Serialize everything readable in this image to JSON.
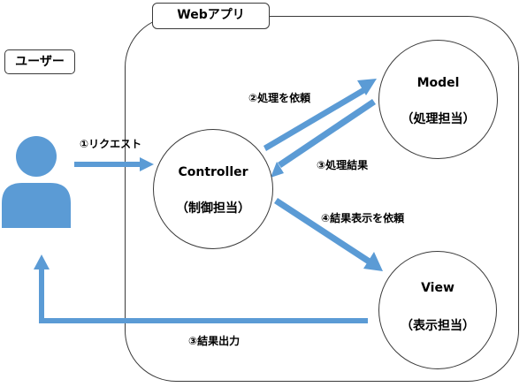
{
  "app": {
    "title": "Webアプリ"
  },
  "user": {
    "label": "ユーザー",
    "icon": "person-icon"
  },
  "nodes": {
    "controller": {
      "name": "Controller",
      "role": "（制御担当）"
    },
    "model": {
      "name": "Model",
      "role": "（処理担当）"
    },
    "view": {
      "name": "View",
      "role": "（表示担当）"
    }
  },
  "arrows": {
    "request": "①リクエスト",
    "to_model": "②処理を依頼",
    "from_model": "③処理結果",
    "to_view": "④結果表示を依頼",
    "to_user": "③結果出力"
  },
  "colors": {
    "arrow": "#5b9bd5",
    "person": "#5b9bd5",
    "stroke": "#3a3a3a"
  }
}
